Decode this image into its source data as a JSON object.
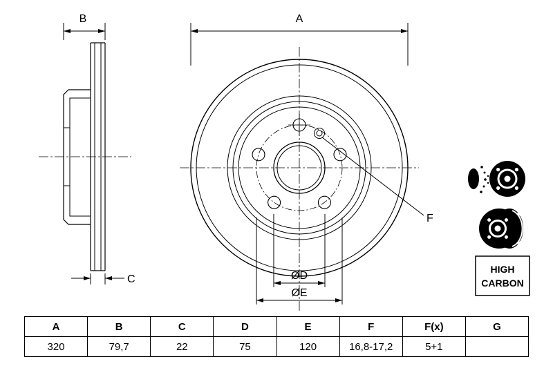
{
  "drawing": {
    "dim_a_label": "A",
    "dim_b_label": "B",
    "dim_c_label": "C",
    "f_label": "F",
    "dia_d_label": "ØD",
    "dia_e_label": "ØE",
    "badge_line1": "HIGH",
    "badge_line2": "CARBON"
  },
  "table": {
    "headers": [
      "A",
      "B",
      "C",
      "D",
      "E",
      "F",
      "F(x)",
      "G"
    ],
    "values": [
      "320",
      "79,7",
      "22",
      "75",
      "120",
      "16,8-17,2",
      "5+1",
      ""
    ]
  }
}
